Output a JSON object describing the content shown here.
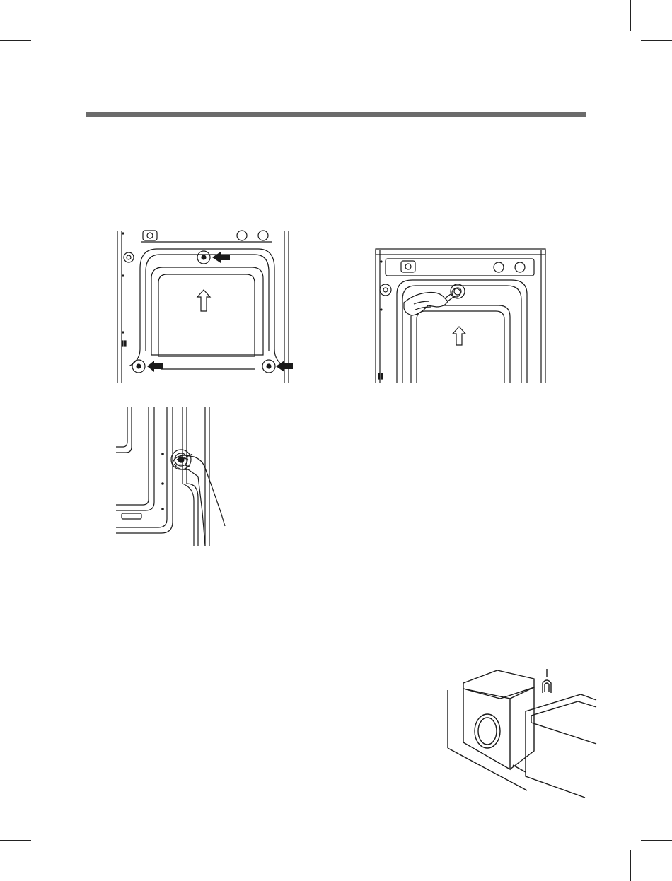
{
  "page": {
    "colors": {
      "ink": "#1a1a1a",
      "rule": "#6b6b6b",
      "background": "#ffffff"
    },
    "icons": [
      "arrow-left-icon",
      "arrow-up-outline-icon",
      "hand-icon",
      "wrench-icon"
    ]
  },
  "figures": [
    {
      "id": "rear-bolts-locations"
    },
    {
      "id": "rear-bolt-removal-with-wrench"
    },
    {
      "id": "side-bolt-removal-by-hand"
    },
    {
      "id": "washer-installation-room"
    }
  ]
}
